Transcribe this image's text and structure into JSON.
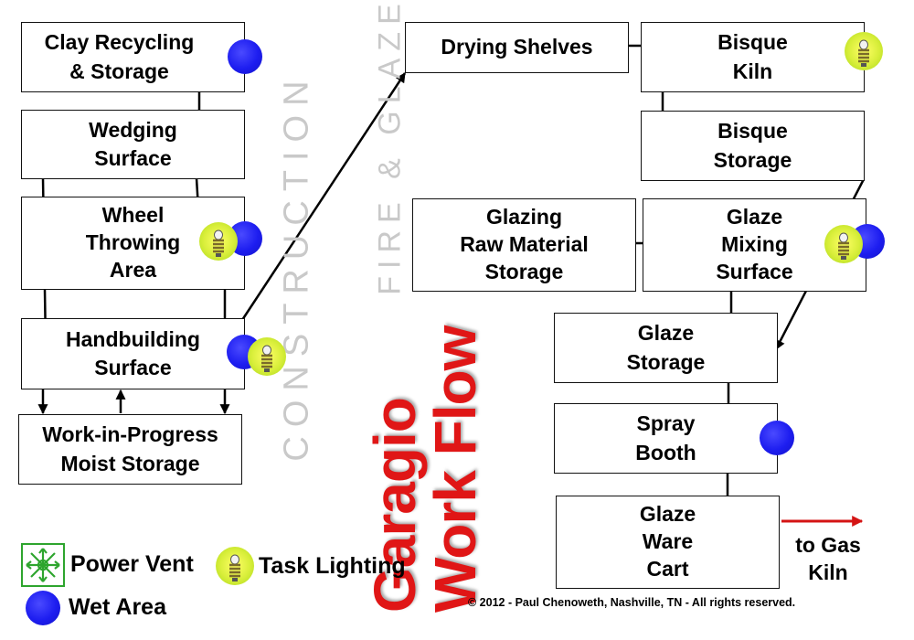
{
  "diagram": {
    "title_line1": "Garagio",
    "title_line2": "Work Flow",
    "zone_construction": "CONSTRUCTION",
    "zone_fire_glaze": "FIRE & GLAZE",
    "boxes": {
      "clay_recycling": "Clay Recycling\n& Storage",
      "wedging": "Wedging\nSurface",
      "wheel": "Wheel\nThrowing\nArea",
      "handbuilding": "Handbuilding\nSurface",
      "wip": "Work-in-Progress\nMoist Storage",
      "drying": "Drying Shelves",
      "bisque_kiln": "Bisque\nKiln",
      "bisque_storage": "Bisque\nStorage",
      "glazing_raw": "Glazing\nRaw Material\nStorage",
      "glaze_mixing": "Glaze\nMixing\nSurface",
      "glaze_storage": "Glaze\nStorage",
      "spray_booth": "Spray\nBooth",
      "glaze_cart": "Glaze\nWare\nCart"
    },
    "to_gas_kiln": "to Gas\nKiln",
    "legend": {
      "power_vent": "Power Vent",
      "task_lighting": "Task Lighting",
      "wet_area": "Wet Area"
    },
    "copyright": "© 2012 - Paul Chenoweth, Nashville, TN - All rights reserved."
  },
  "colors": {
    "wet_area": "#1d1df0",
    "task_lighting": "#ddee33",
    "power_vent": "#2ea52e",
    "title": "#e01616",
    "arrow": "#000000",
    "exit_arrow": "#d41414",
    "zone_label": "#c9c9c9"
  },
  "icons": [
    "wet-area-icon",
    "task-lighting-icon",
    "power-vent-icon"
  ]
}
